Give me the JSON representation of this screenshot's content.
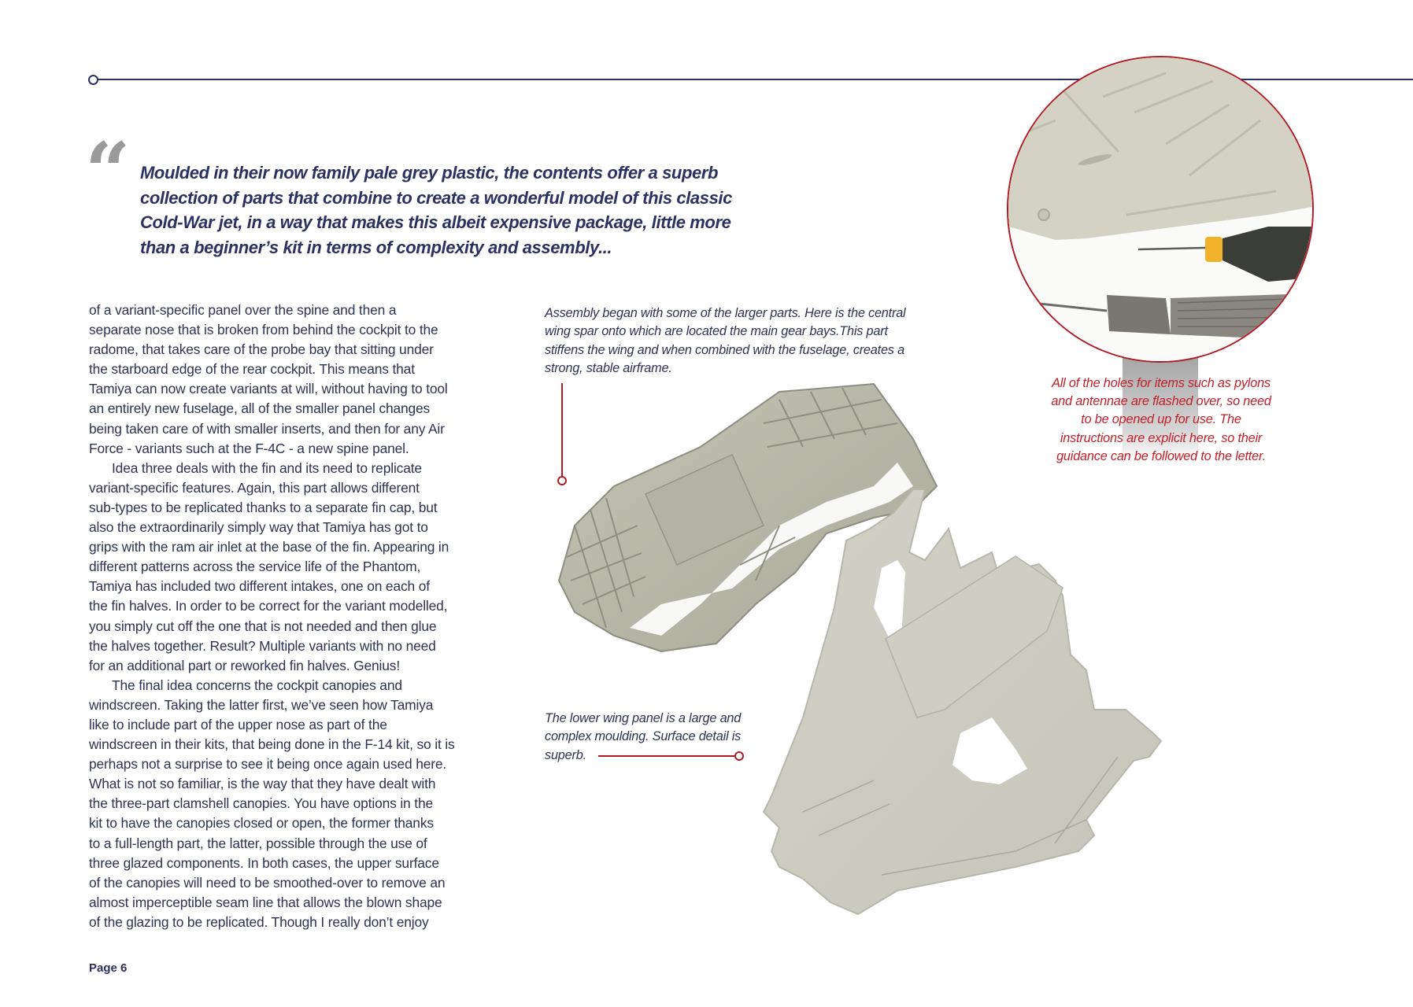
{
  "colors": {
    "navy": "#2b3160",
    "body_text": "#2c3352",
    "accent_red": "#b01c25",
    "caption_red": "#c0202a",
    "quote_mark_grey": "#9a9a9a",
    "plastic_grey": "#c9c8bd"
  },
  "pull_quote": {
    "mark": "“",
    "lines": [
      "Moulded in their now family pale grey plastic, the contents offer a superb",
      "collection of parts that combine to create a wonderful model of this classic",
      "Cold-War jet, in a way that makes this albeit expensive package, little more",
      "than a beginner’s kit in terms of complexity and assembly..."
    ]
  },
  "body": {
    "lines": [
      "of a variant-specific panel over the spine and then a",
      "separate nose that is broken from behind the cockpit to the",
      "radome, that takes care of the probe bay that sitting under",
      "the starboard edge of the rear cockpit. This means that",
      "Tamiya can now create variants at will, without having to tool",
      "an entirely new fuselage, all of the smaller panel changes",
      "being taken care of with smaller inserts, and then for any Air",
      "Force  - variants such at the F-4C -  a new spine panel.",
      "Idea three deals with the fin and its need to replicate",
      "variant-specific features. Again, this part allows different",
      "sub-types to be replicated thanks to a separate fin cap, but",
      "also the extraordinarily simply way that Tamiya has got to",
      "grips with the ram air inlet at the base of the fin. Appearing in",
      "different patterns across the service life of the Phantom,",
      "Tamiya has included two different intakes, one on each of",
      "the fin halves. In order to be correct for the variant modelled,",
      "you simply cut off the one that is not needed and then glue",
      "the halves together. Result? Multiple variants with no need",
      "for an additional part or reworked fin halves. Genius!",
      "The final idea concerns the cockpit canopies and",
      "windscreen. Taking the latter first, we’ve seen how Tamiya",
      "like to include part of the upper nose as part of the",
      "windscreen in their kits, that being done in the F-14 kit, so it is",
      "perhaps not a surprise to see it being once again used here.",
      "What is not so familiar, is the way that they have dealt with",
      "the three-part clamshell canopies. You have options in the",
      "kit to have the canopies closed or open, the former thanks",
      "to a full-length part, the latter, possible through the use of",
      "three glazed components. In both cases, the upper surface",
      "of the canopies will need to be smoothed-over to remove an",
      "almost imperceptible seam line that allows the blown shape",
      "of the glazing to be replicated. Though I really don’t enjoy"
    ]
  },
  "captions": {
    "spar": {
      "lines": [
        "Assembly began with some of the larger parts. Here is the central",
        "wing spar onto which are located the main gear bays.This part",
        "stiffens the wing and when combined with the fuselage, creates a",
        "strong, stable airframe."
      ]
    },
    "lower_wing": {
      "lines": [
        "The lower wing panel is a large and",
        "complex moulding. Surface detail is",
        "superb."
      ]
    },
    "drill": {
      "lines": [
        "All of the holes for items such as pylons",
        "and antennae are flashed over, so need",
        "to be opened up for use. The",
        "instructions are explicit here, so their",
        "guidance can be followed to the letter."
      ]
    }
  },
  "images": {
    "spar": {
      "alt": "Central wing spar with main gear bays, pale grey plastic part"
    },
    "lower_wing": {
      "alt": "Lower wing panel moulding in pale grey plastic"
    },
    "drill": {
      "alt": "Close-up of wing part with pin vice drills opening flashed-over holes"
    }
  },
  "footer": {
    "page_label": "Page 6"
  }
}
